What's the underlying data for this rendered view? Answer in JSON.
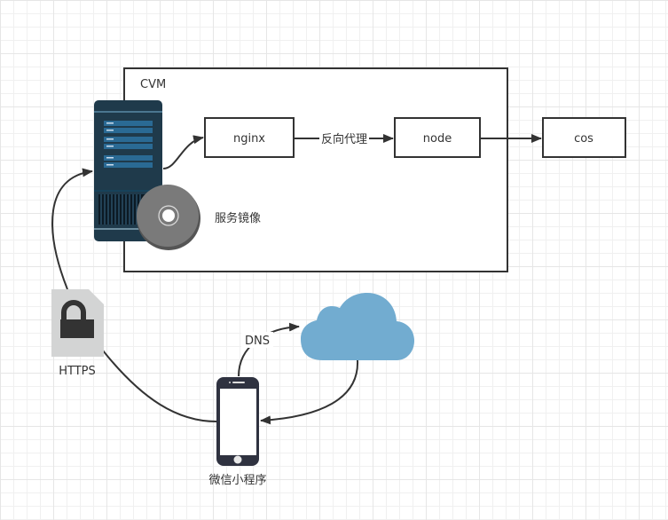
{
  "diagram": {
    "container": {
      "label": "CVM"
    },
    "nodes": {
      "nginx": "nginx",
      "node": "node",
      "cos": "cos",
      "image": "服务镜像",
      "https": "HTTPS",
      "miniprogram": "微信小程序"
    },
    "edges": {
      "reverse_proxy": "反向代理",
      "dns": "DNS"
    },
    "colors": {
      "stroke": "#333333",
      "server": "#1f3a4b",
      "server_panel": "#2a6a94",
      "disk": "#7a7a7a",
      "cloud": "#72acd0",
      "lock_doc": "#d3d4d4",
      "phone": "#2f3240"
    }
  }
}
